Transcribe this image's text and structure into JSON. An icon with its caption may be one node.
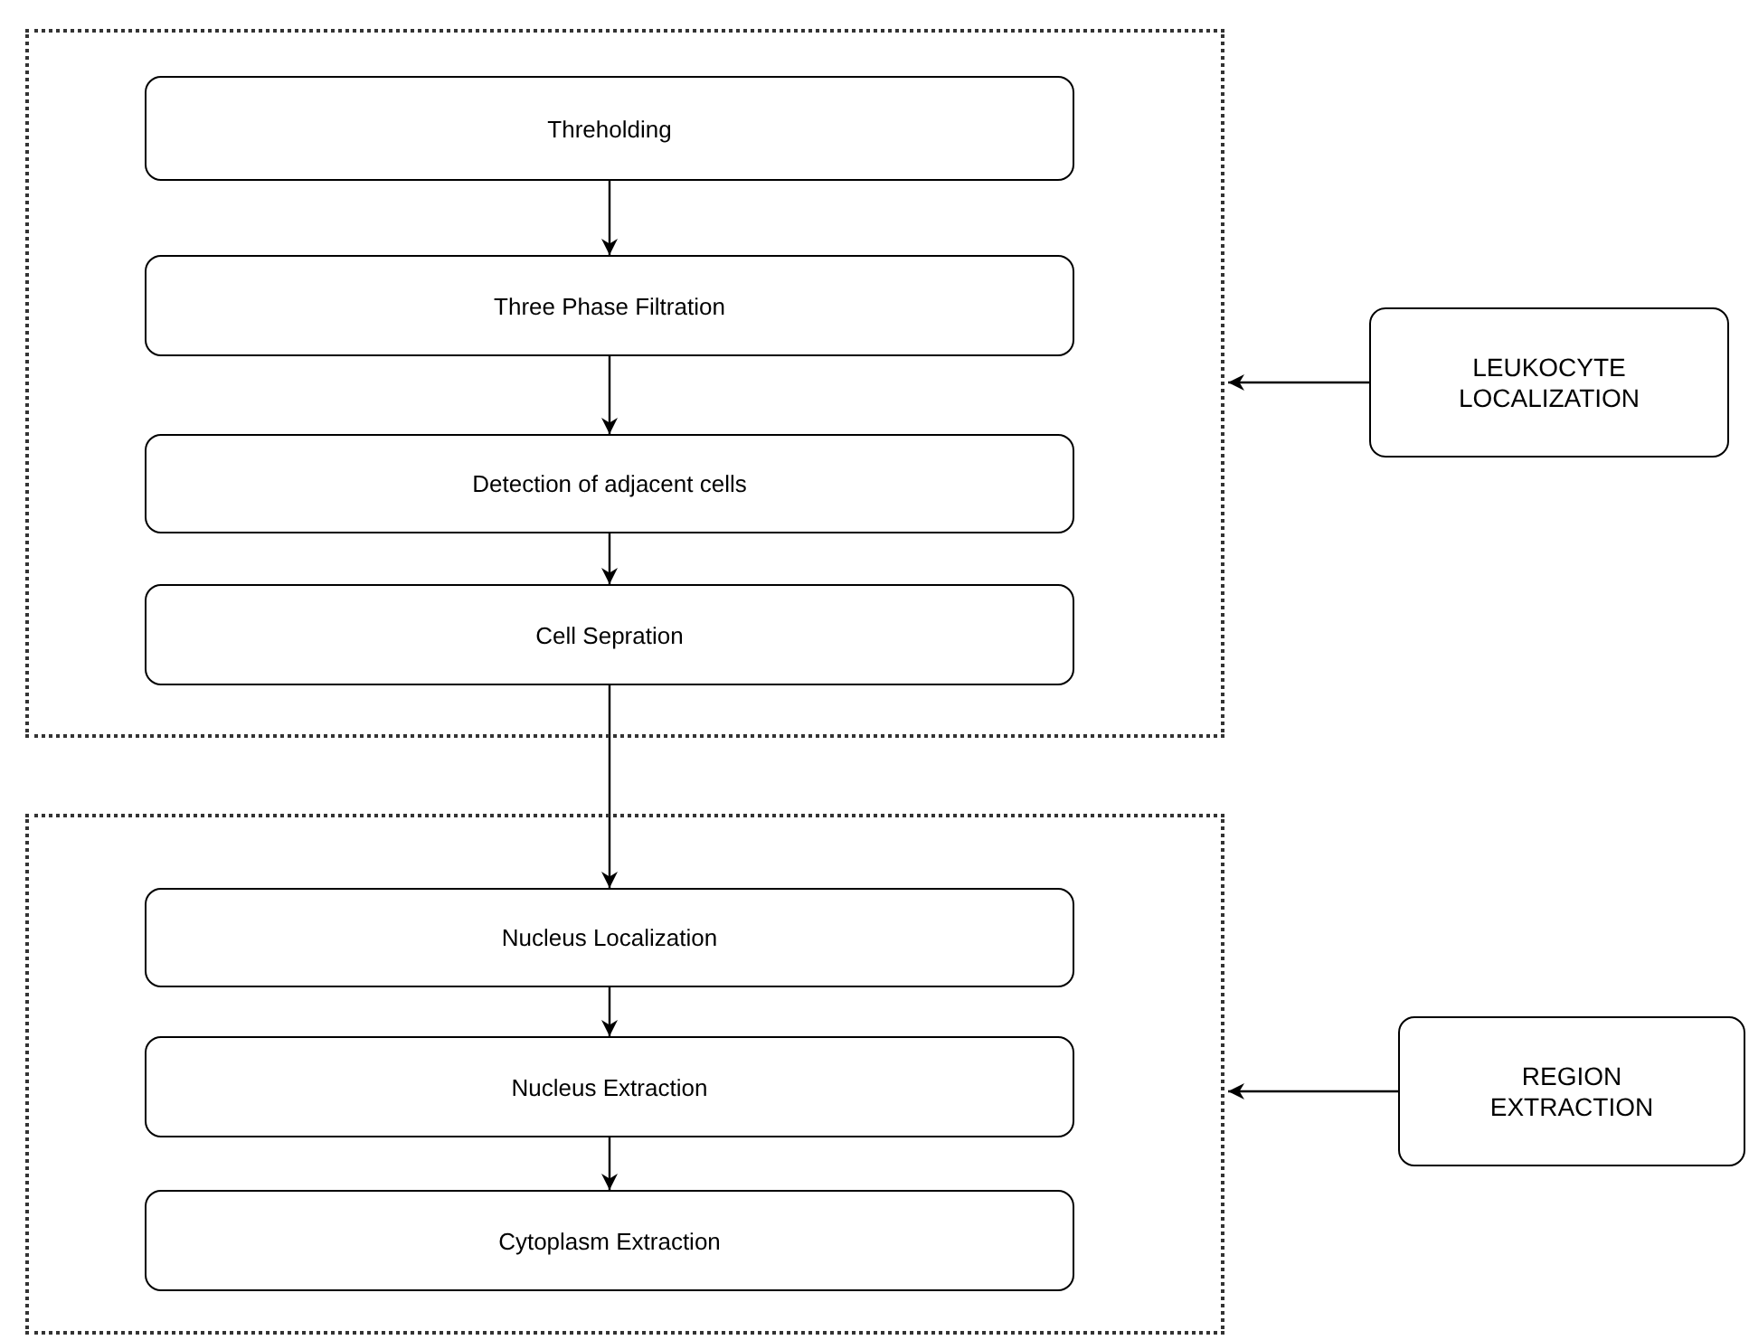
{
  "diagram": {
    "nodes": [
      {
        "text": [],
        "shape": "box"
      },
      {
        "text": [
          "Threholding"
        ],
        "in": 0
      },
      {
        "text": [
          "Three Phase Filtration"
        ],
        "in": 0
      },
      {
        "text": [
          "Detection of adjacent cells"
        ],
        "in": 0
      },
      {
        "text": [
          "Cell Sepration"
        ],
        "in": 0
      },
      {
        "text": [],
        "shape": "box"
      },
      {
        "text": [
          "Nucleus Localization"
        ],
        "in": 5
      },
      {
        "text": [
          "Nucleus Extraction"
        ],
        "in": 5
      },
      {
        "text": [
          "Cytoplasm Extraction"
        ],
        "in": 5
      },
      {
        "text": [
          "LEUKOCYTE LOCALIZATION"
        ]
      },
      {
        "text": [
          "REGION EXTRACTION"
        ]
      }
    ],
    "edges": [
      {
        "from": 1,
        "to": 2,
        "arrow": "to"
      },
      {
        "from": 2,
        "to": 3,
        "arrow": "to"
      },
      {
        "from": 3,
        "to": 4,
        "arrow": "to"
      },
      {
        "from": 4,
        "to": 6,
        "arrow": "to"
      },
      {
        "from": 6,
        "to": 7,
        "arrow": "to"
      },
      {
        "from": 7,
        "to": 8,
        "arrow": "to"
      },
      {
        "from": 9,
        "to": 0,
        "arrow": "to"
      },
      {
        "from": 10,
        "to": 5,
        "arrow": "to"
      }
    ]
  }
}
